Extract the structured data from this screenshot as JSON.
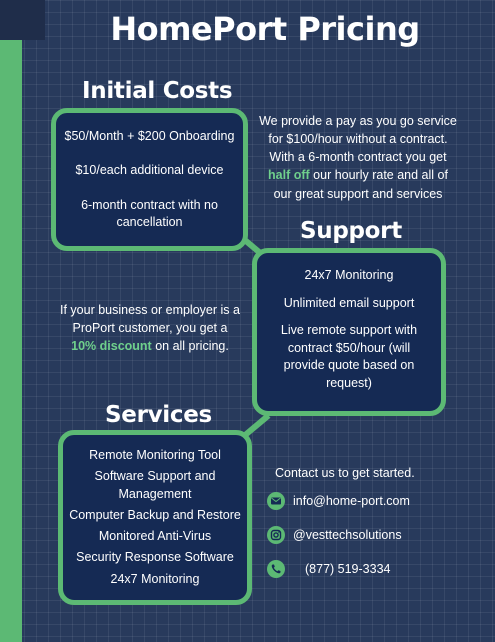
{
  "title": "HomePort Pricing",
  "initial_costs": {
    "heading": "Initial Costs",
    "items": [
      "$50/Month + $200 Onboarding",
      "$10/each additional device",
      "6-month contract with no cancellation"
    ]
  },
  "pay_go_text": {
    "before": "We provide a pay as you go service for $100/hour without a contract. With a 6-month contract you get ",
    "highlight": "half off",
    "after": " our hourly rate and all of our great support and services"
  },
  "support": {
    "heading": "Support",
    "items": [
      "24x7 Monitoring",
      "Unlimited email support",
      "Live remote support with contract $50/hour (will provide quote based on request)"
    ]
  },
  "proport_text": {
    "before": "If your business or employer is a ProPort customer, you get a ",
    "highlight": "10% discount",
    "after": " on all pricing."
  },
  "services": {
    "heading": "Services",
    "items": [
      "Remote Monitoring Tool",
      "Software Support and Management",
      "Computer Backup and Restore",
      "Monitored Anti-Virus",
      "Security Response Software",
      "24x7 Monitoring"
    ]
  },
  "contact": {
    "intro": "Contact us to get started.",
    "email": "info@home-port.com",
    "instagram": "@vesttechsolutions",
    "phone": "(877) 519-3334"
  },
  "colors": {
    "background": "#283a5c",
    "accent_green": "#5cb974",
    "card_fill": "#152a54",
    "highlight": "#6fd08c"
  },
  "icons": {
    "email": "envelope-icon",
    "instagram": "instagram-icon",
    "phone": "phone-icon"
  }
}
